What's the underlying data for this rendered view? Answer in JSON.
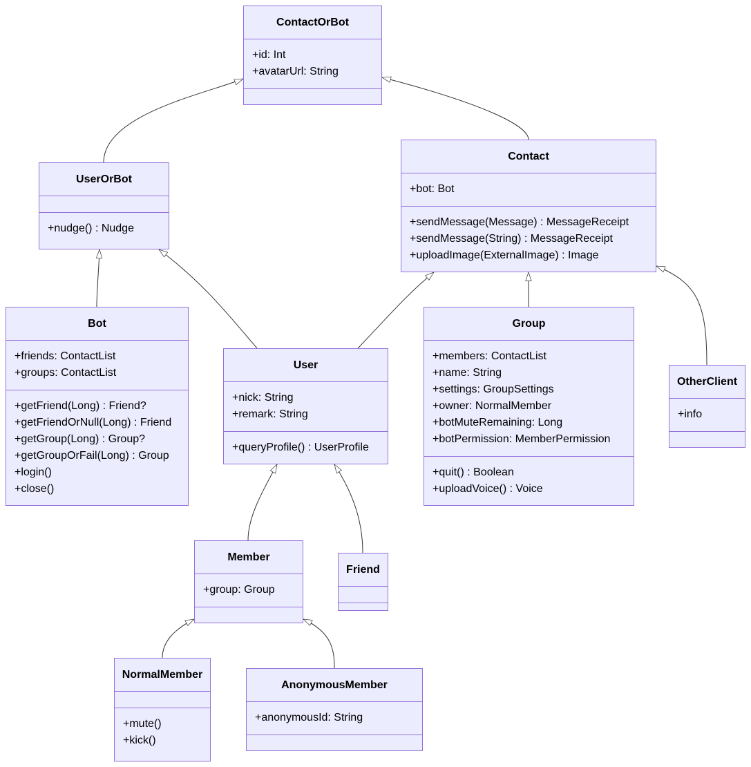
{
  "diagram": {
    "colors": {
      "fill": "#ECECFF",
      "stroke": "#9370DB",
      "edge": "#333333"
    },
    "classes": [
      {
        "id": "ContactOrBot",
        "name": "ContactOrBot",
        "attributes": [
          "+id: Int",
          "+avatarUrl: String"
        ],
        "methods": []
      },
      {
        "id": "UserOrBot",
        "name": "UserOrBot",
        "attributes": [],
        "methods": [
          "+nudge() : Nudge"
        ]
      },
      {
        "id": "Contact",
        "name": "Contact",
        "attributes": [
          "+bot: Bot"
        ],
        "methods": [
          "+sendMessage(Message) : MessageReceipt",
          "+sendMessage(String) : MessageReceipt",
          "+uploadImage(ExternalImage) : Image"
        ]
      },
      {
        "id": "Bot",
        "name": "Bot",
        "attributes": [
          "+friends: ContactList",
          "+groups: ContactList"
        ],
        "methods": [
          "+getFriend(Long) : Friend?",
          "+getFriendOrNull(Long) : Friend",
          "+getGroup(Long) : Group?",
          "+getGroupOrFail(Long) : Group",
          "+login()",
          "+close()"
        ]
      },
      {
        "id": "User",
        "name": "User",
        "attributes": [
          "+nick: String",
          "+remark: String"
        ],
        "methods": [
          "+queryProfile() : UserProfile"
        ]
      },
      {
        "id": "Group",
        "name": "Group",
        "attributes": [
          "+members: ContactList",
          "+name: String",
          "+settings: GroupSettings",
          "+owner: NormalMember",
          "+botMuteRemaining: Long",
          "+botPermission: MemberPermission"
        ],
        "methods": [
          "+quit() : Boolean",
          "+uploadVoice() : Voice"
        ]
      },
      {
        "id": "OtherClient",
        "name": "OtherClient",
        "attributes": [
          "+info"
        ],
        "methods": []
      },
      {
        "id": "Member",
        "name": "Member",
        "attributes": [
          "+group: Group"
        ],
        "methods": []
      },
      {
        "id": "Friend",
        "name": "Friend",
        "attributes": [],
        "methods": []
      },
      {
        "id": "NormalMember",
        "name": "NormalMember",
        "attributes": [],
        "methods": [
          "+mute()",
          "+kick()"
        ]
      },
      {
        "id": "AnonymousMember",
        "name": "AnonymousMember",
        "attributes": [
          "+anonymousId: String"
        ],
        "methods": []
      }
    ],
    "relations": [
      {
        "from": "UserOrBot",
        "to": "ContactOrBot",
        "type": "inheritance"
      },
      {
        "from": "Contact",
        "to": "ContactOrBot",
        "type": "inheritance"
      },
      {
        "from": "Bot",
        "to": "UserOrBot",
        "type": "inheritance"
      },
      {
        "from": "User",
        "to": "UserOrBot",
        "type": "inheritance"
      },
      {
        "from": "User",
        "to": "Contact",
        "type": "inheritance"
      },
      {
        "from": "Group",
        "to": "Contact",
        "type": "inheritance"
      },
      {
        "from": "OtherClient",
        "to": "Contact",
        "type": "inheritance"
      },
      {
        "from": "Member",
        "to": "User",
        "type": "inheritance"
      },
      {
        "from": "Friend",
        "to": "User",
        "type": "inheritance"
      },
      {
        "from": "NormalMember",
        "to": "Member",
        "type": "inheritance"
      },
      {
        "from": "AnonymousMember",
        "to": "Member",
        "type": "inheritance"
      }
    ]
  }
}
